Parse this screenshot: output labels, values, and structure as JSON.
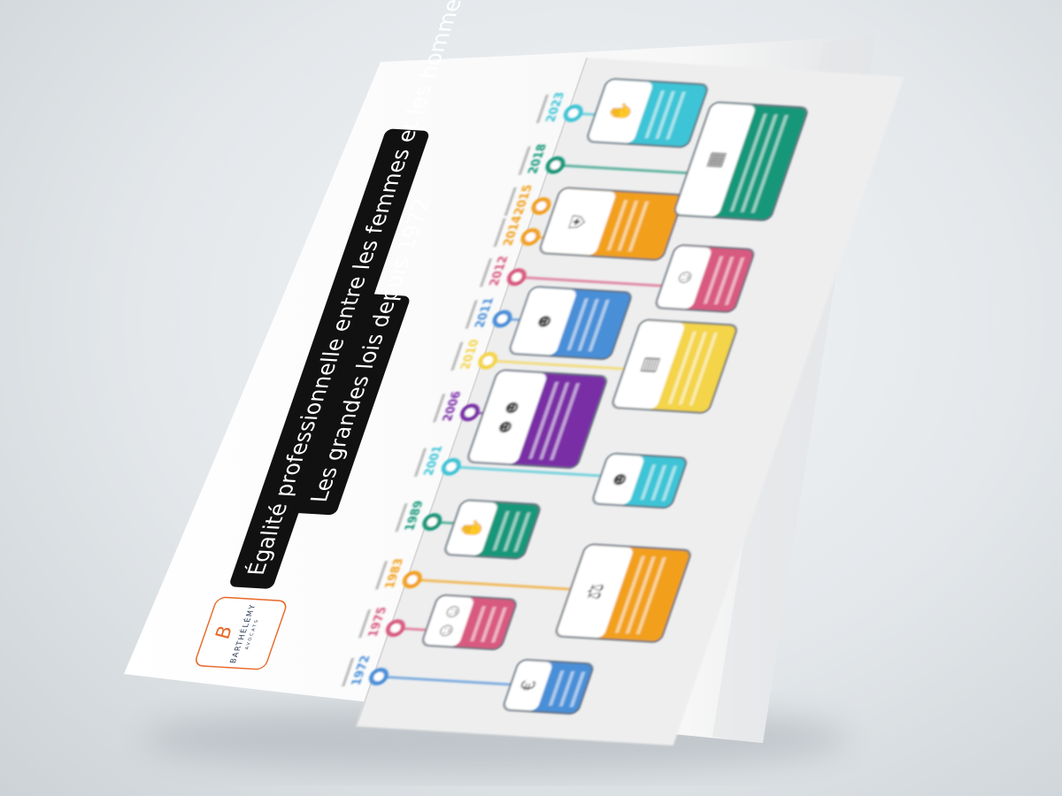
{
  "poster": {
    "title_line1": "Égalité professionnelle entre les femmes et les hommes",
    "title_line2": "Les grandes lois depuis 1972",
    "logo": {
      "name": "BARTHÉLÉMY",
      "sub": "AVOCATS",
      "monogram": "B",
      "color": "#e8692a"
    }
  },
  "timeline": {
    "events": [
      {
        "year": "1972",
        "color": "#4a8fd8",
        "icon": "euro-icon"
      },
      {
        "year": "1975",
        "color": "#d95a80",
        "icon": "people-icon"
      },
      {
        "year": "1983",
        "color": "#f2a01e",
        "icon": "scales-icon"
      },
      {
        "year": "1989",
        "color": "#17977a",
        "icon": "handshake-icon"
      },
      {
        "year": "2001",
        "color": "#3cc4d6",
        "icon": "group-icon"
      },
      {
        "year": "2006",
        "color": "#7a2fa6",
        "icon": "team-icon"
      },
      {
        "year": "2010",
        "color": "#f4d44a",
        "icon": "document-icon"
      },
      {
        "year": "2011",
        "color": "#4a8fd8",
        "icon": "board-icon"
      },
      {
        "year": "2012",
        "color": "#d95a80",
        "icon": "person-icon"
      },
      {
        "year": "2014",
        "color": "#f2a01e",
        "icon": "shield-icon"
      },
      {
        "year": "2015",
        "color": "#f2a01e",
        "icon": ""
      },
      {
        "year": "2018",
        "color": "#17977a",
        "icon": "report-icon"
      },
      {
        "year": "2023",
        "color": "#3cc4d6",
        "icon": "hand-icon"
      }
    ]
  }
}
